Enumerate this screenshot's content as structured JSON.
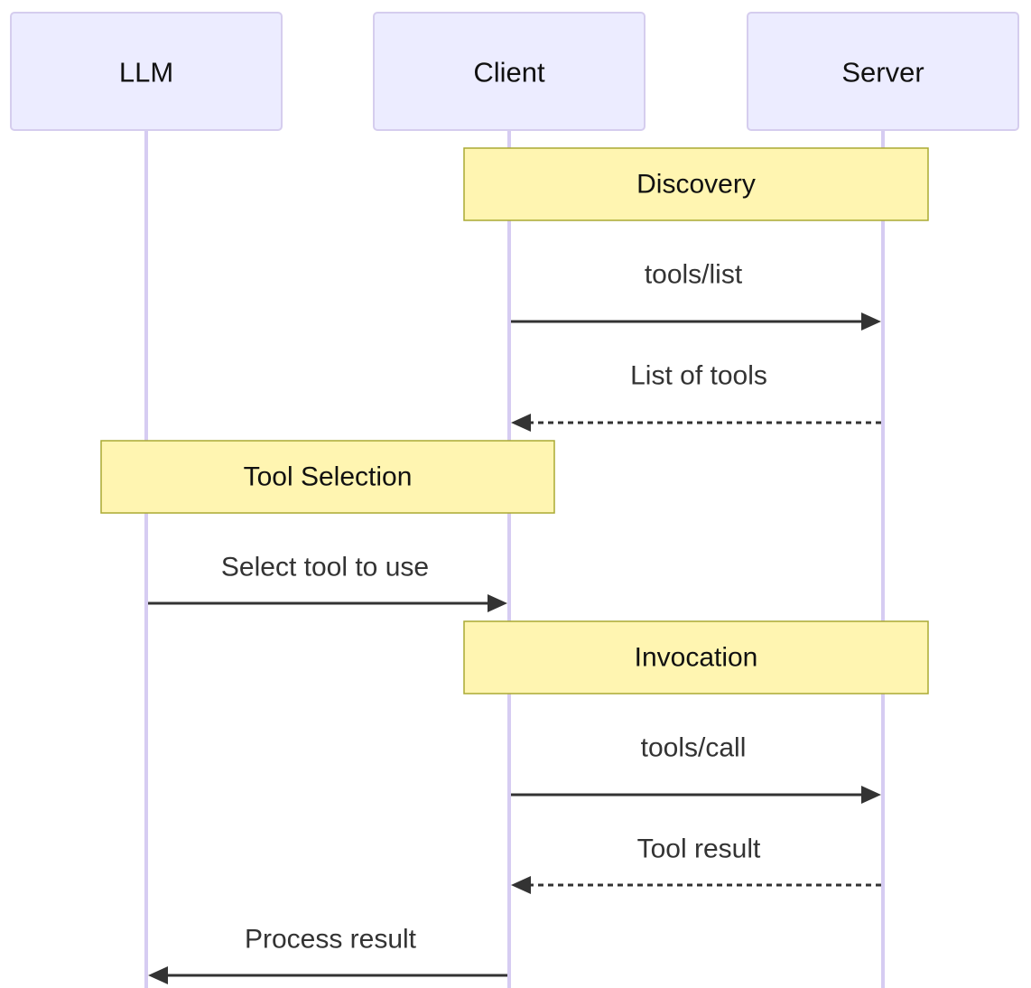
{
  "participants": [
    {
      "id": "llm",
      "label": "LLM"
    },
    {
      "id": "client",
      "label": "Client"
    },
    {
      "id": "server",
      "label": "Server"
    }
  ],
  "notes": [
    {
      "id": "discovery",
      "label": "Discovery",
      "over": [
        "client",
        "server"
      ]
    },
    {
      "id": "tool-selection",
      "label": "Tool Selection",
      "over": [
        "llm",
        "client"
      ]
    },
    {
      "id": "invocation",
      "label": "Invocation",
      "over": [
        "client",
        "server"
      ]
    }
  ],
  "messages": [
    {
      "id": "tools-list",
      "label": "tools/list",
      "from": "client",
      "to": "server",
      "style": "solid"
    },
    {
      "id": "list-of-tools",
      "label": "List of tools",
      "from": "server",
      "to": "client",
      "style": "dashed"
    },
    {
      "id": "select-tool",
      "label": "Select tool to use",
      "from": "llm",
      "to": "client",
      "style": "solid"
    },
    {
      "id": "tools-call",
      "label": "tools/call",
      "from": "client",
      "to": "server",
      "style": "solid"
    },
    {
      "id": "tool-result",
      "label": "Tool result",
      "from": "server",
      "to": "client",
      "style": "dashed"
    },
    {
      "id": "process-result",
      "label": "Process result",
      "from": "client",
      "to": "llm",
      "style": "solid"
    }
  ],
  "colors": {
    "actor_fill": "#ececff",
    "actor_border": "#d5cdee",
    "lifeline": "#d6ccf2",
    "note_fill": "#fff5b1",
    "note_border": "#aaaa33",
    "arrow": "#333333"
  }
}
